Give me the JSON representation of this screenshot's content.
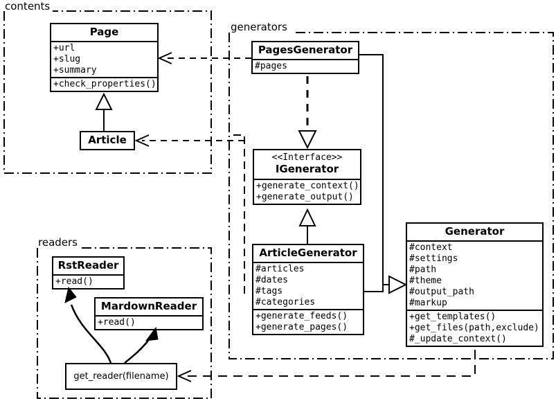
{
  "diagram": {
    "type": "uml-class-diagram",
    "packages": [
      {
        "id": "contents",
        "label": "contents"
      },
      {
        "id": "generators",
        "label": "generators"
      },
      {
        "id": "readers",
        "label": "readers"
      }
    ],
    "classes": {
      "page": {
        "name": "Page",
        "attributes": [
          "+url",
          "+slug",
          "+summary"
        ],
        "operations": [
          "+check_properties()"
        ]
      },
      "article": {
        "name": "Article",
        "attributes": [],
        "operations": []
      },
      "pages_generator": {
        "name": "PagesGenerator",
        "attributes": [
          "#pages"
        ],
        "operations": []
      },
      "igenerator": {
        "stereotype": "<<Interface>>",
        "name": "IGenerator",
        "attributes": [],
        "operations": [
          "+generate_context()",
          "+generate_output()"
        ]
      },
      "article_generator": {
        "name": "ArticleGenerator",
        "attributes": [
          "#articles",
          "#dates",
          "#tags",
          "#categories"
        ],
        "operations": [
          "+generate_feeds()",
          "+generate_pages()"
        ]
      },
      "generator": {
        "name": "Generator",
        "attributes": [
          "#context",
          "#settings",
          "#path",
          "#theme",
          "#output_path",
          "#markup"
        ],
        "operations": [
          "+get_templates()",
          "+get_files(path,exclude)",
          "#_update_context()"
        ]
      },
      "rst_reader": {
        "name": "RstReader",
        "attributes": [],
        "operations": [
          "+read()"
        ]
      },
      "mardown_reader": {
        "name": "MardownReader",
        "attributes": [],
        "operations": [
          "+read()"
        ]
      }
    },
    "functions": {
      "get_reader": {
        "label": "get_reader(filename)"
      }
    },
    "colors": {
      "stroke": "#000000",
      "fill": "#ffffff"
    }
  }
}
